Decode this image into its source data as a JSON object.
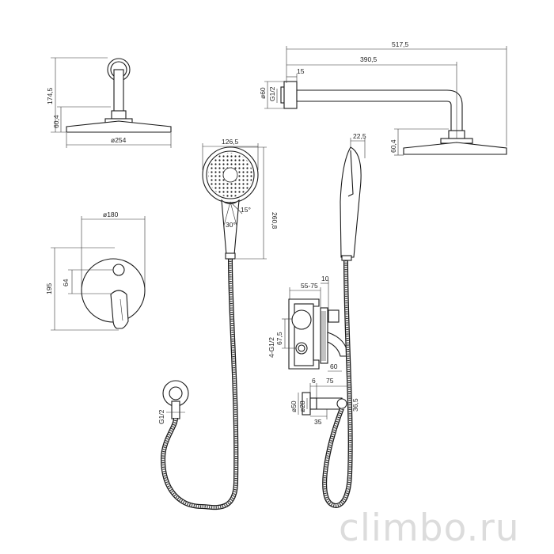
{
  "dimensions": {
    "top_len": "517,5",
    "top_arm": "390,5",
    "top_flange": "15",
    "top_g12": "G1/2",
    "top_d60": "ø60",
    "right_head_h": "60,4",
    "left_h": "174,5",
    "left_head_h": "60,4",
    "left_d254": "ø254",
    "hand_w": "126,5",
    "hand_h": "260,8",
    "angle_15": "15°",
    "angle_30": "30°",
    "hand_side_w": "22,5",
    "mixer_d180": "ø180",
    "mixer_195": "195",
    "mixer_64": "64",
    "body_55_75": "55-75",
    "body_10": "10",
    "body_67_5": "67,5",
    "body_g12": "4-G1/2",
    "body_60": "60",
    "outlet_6": "6",
    "outlet_75": "75",
    "outlet_d50": "ø50",
    "outlet_d28": "ø28",
    "outlet_36_5": "36,5",
    "outlet_35": "35",
    "hose_g12": "G1/2"
  },
  "watermark": "climbo.ru"
}
